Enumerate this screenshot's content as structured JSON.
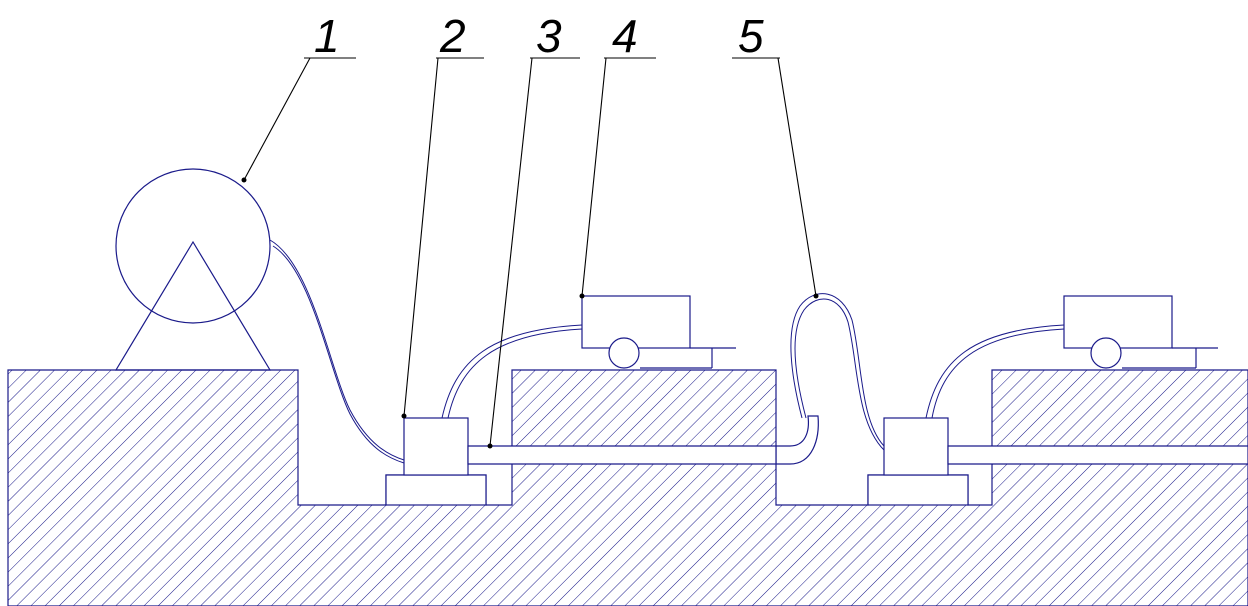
{
  "callouts": [
    {
      "id": "1",
      "text": "1"
    },
    {
      "id": "2",
      "text": "2"
    },
    {
      "id": "3",
      "text": "3"
    },
    {
      "id": "4",
      "text": "4"
    },
    {
      "id": "5",
      "text": "5"
    }
  ],
  "colors": {
    "line": "#1a1a8a",
    "leader": "#000000",
    "background": "#ffffff"
  }
}
